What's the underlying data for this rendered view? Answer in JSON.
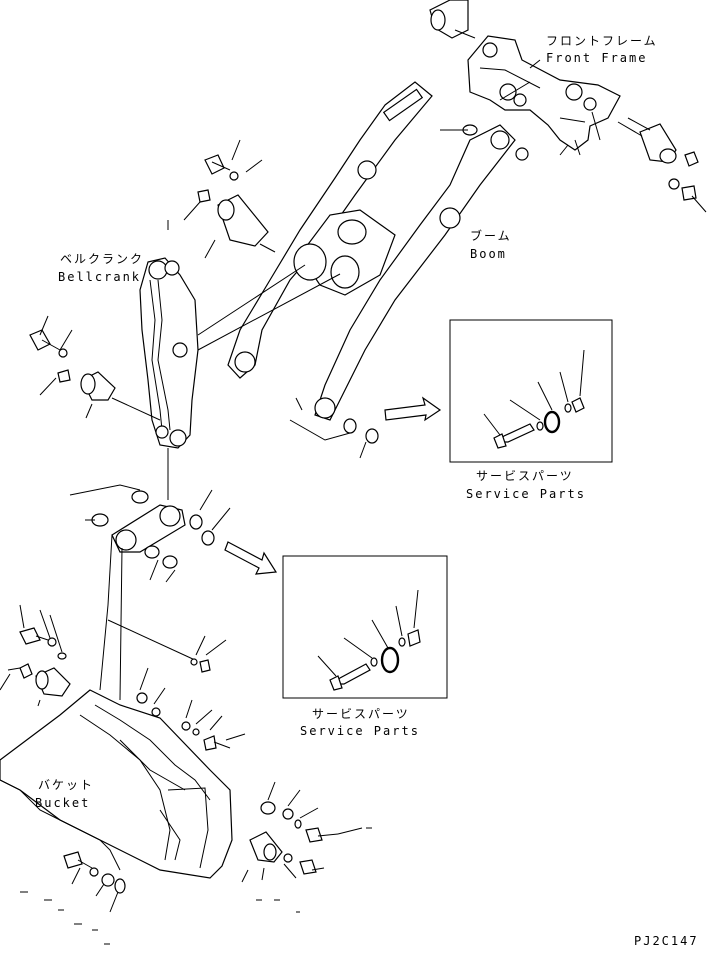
{
  "labels": {
    "front_frame_jp": "フロントフレーム",
    "front_frame_en": "Front Frame",
    "boom_jp": "ブーム",
    "boom_en": "Boom",
    "bellcrank_jp": "ベルクランク",
    "bellcrank_en": "Bellcrank",
    "service_parts_1_jp": "サービスパーツ",
    "service_parts_1_en": "Service Parts",
    "service_parts_2_jp": "サービスパーツ",
    "service_parts_2_en": "Service Parts",
    "bucket_jp": "バケット",
    "bucket_en": "Bucket",
    "drawing_code": "PJ2C147"
  }
}
